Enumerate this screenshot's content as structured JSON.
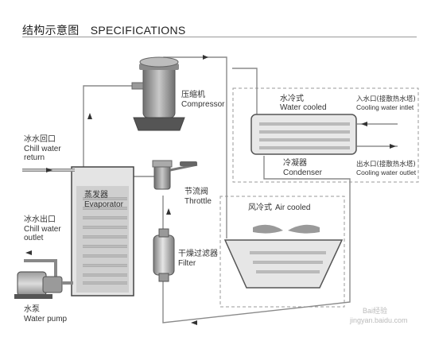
{
  "header": {
    "title_cn": "结构示意图",
    "title_en": "SPECIFICATIONS"
  },
  "labels": {
    "compressor_cn": "压缩机",
    "compressor_en": "Compressor",
    "water_cooled_cn": "水冷式",
    "water_cooled_en": "Water cooled",
    "cooling_inlet_cn": "入水口(接散热水塔)",
    "cooling_inlet_en": "Cooling water intlet",
    "cooling_outlet_cn": "出水口(接散热水塔)",
    "cooling_outlet_en": "Cooling water outlet",
    "condenser_cn": "冷凝器",
    "condenser_en": "Condenser",
    "chill_return_cn": "冰水回口",
    "chill_return_en1": "Chill water",
    "chill_return_en2": "return",
    "evaporator_cn": "蒸发器",
    "evaporator_en": "Evaporator",
    "throttle_cn": "节流阀",
    "throttle_en": "Throttle",
    "air_cooled_cn": "风冷式",
    "air_cooled_en": "Air cooled",
    "chill_outlet_cn": "冰水出口",
    "chill_outlet_en1": "Chill water",
    "chill_outlet_en2": "outlet",
    "filter_cn": "干燥过滤器",
    "filter_en": "Filter",
    "pump_cn": "水泵",
    "pump_en": "Water pump"
  },
  "watermark": {
    "line1": "Bai经验",
    "line2": "jingyan.baidu.com"
  }
}
